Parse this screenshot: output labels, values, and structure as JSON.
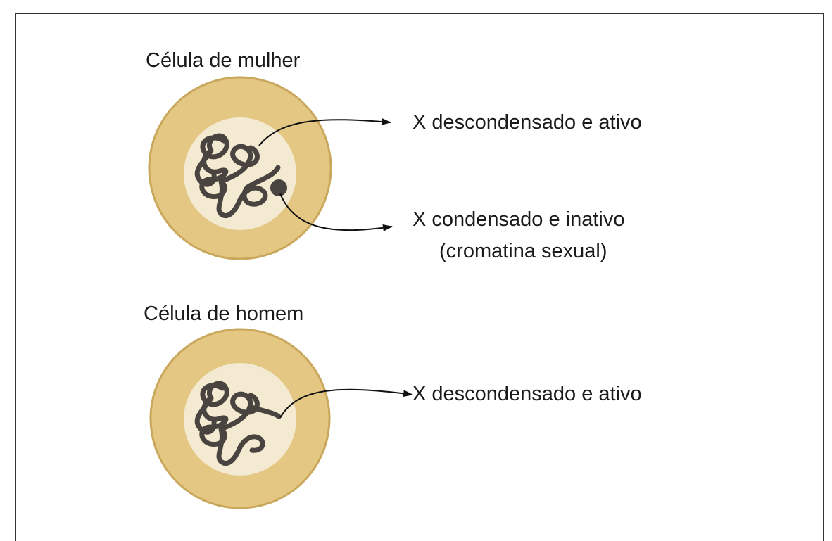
{
  "female_cell": {
    "title": "Célula de mulher",
    "label_active": "X descondensado e ativo",
    "label_inactive_line1": "X condensado e inativo",
    "label_inactive_line2": "(cromatina sexual)"
  },
  "male_cell": {
    "title": "Célula de homem",
    "label_active": "X descondensado e ativo"
  },
  "colors": {
    "cytoplasm": "#E3C783",
    "cytoplasm_edge": "#C9A85C",
    "nucleus": "#F4EAD2",
    "chromatin": "#4A4440",
    "arrow": "#111111",
    "frame": "#333333"
  }
}
